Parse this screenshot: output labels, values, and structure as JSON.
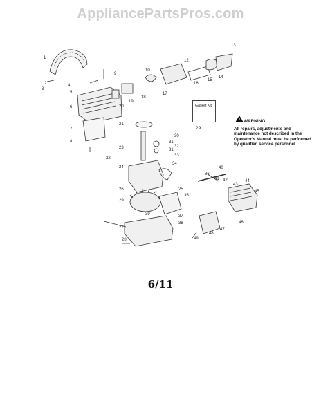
{
  "watermark": "AppliancePartsPros.com",
  "page_label": "6/11",
  "gasket_kit": {
    "label": "Gasket Kit",
    "number": "29"
  },
  "warning": {
    "title": "WARNING",
    "body": "All repairs, adjustments and maintenance not described in the Operator's Manual must be performed by qualified service personnel."
  },
  "callouts": [
    "1",
    "2",
    "3",
    "4",
    "5",
    "6",
    "7",
    "8",
    "9",
    "10",
    "11",
    "12",
    "13",
    "14",
    "15",
    "16",
    "17",
    "18",
    "19",
    "20",
    "21",
    "22",
    "23",
    "24",
    "25",
    "26",
    "27",
    "28",
    "30",
    "31",
    "32",
    "33",
    "34",
    "35",
    "36",
    "37",
    "38",
    "39",
    "40",
    "41",
    "42",
    "43",
    "44",
    "45",
    "46",
    "47",
    "48",
    "49"
  ]
}
